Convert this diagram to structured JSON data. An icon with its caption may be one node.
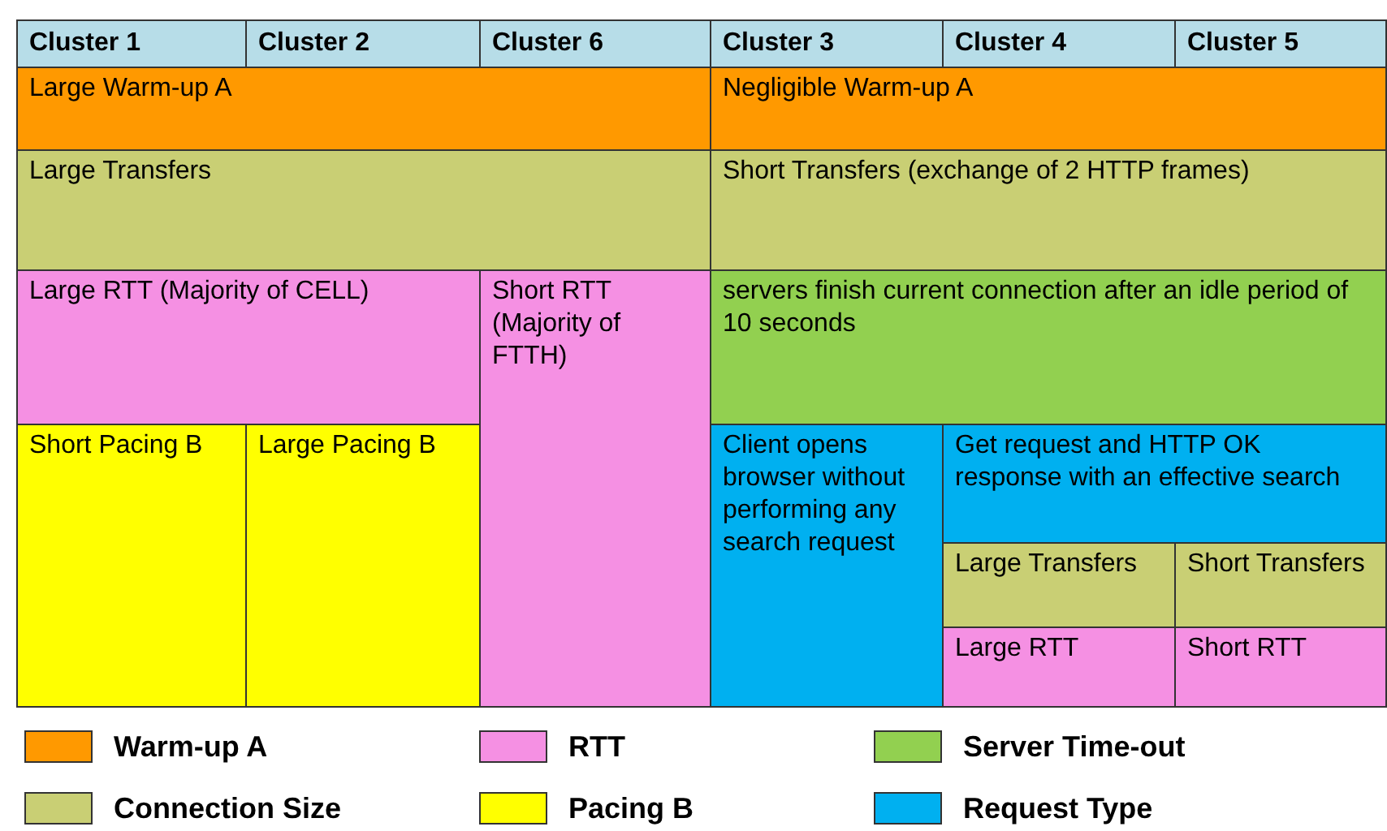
{
  "diagram": {
    "nodes": [
      {
        "text": [
          "Cluster 1"
        ]
      },
      {
        "text": [
          "Cluster 2"
        ]
      },
      {
        "text": [
          "Cluster 6"
        ]
      },
      {
        "text": [
          "Cluster 3"
        ]
      },
      {
        "text": [
          "Cluster 4"
        ]
      },
      {
        "text": [
          "Cluster 5"
        ]
      },
      {
        "text": [
          "Large Warm-up A"
        ]
      },
      {
        "text": [
          "Negligible Warm-up A"
        ]
      },
      {
        "text": [
          "Large Transfers"
        ]
      },
      {
        "text": [
          "Short Transfers (exchange of 2 HTTP frames)"
        ]
      },
      {
        "text": [
          "Large RTT (Majority of CELL)"
        ]
      },
      {
        "text": [
          "Short RTT (Majority of FTTH)"
        ]
      },
      {
        "text": [
          "servers finish current connection after an idle period of 10 seconds"
        ]
      },
      {
        "text": [
          "Short Pacing B"
        ]
      },
      {
        "text": [
          "Large Pacing B"
        ]
      },
      {
        "text": [
          "Client opens browser without performing any search request"
        ]
      },
      {
        "text": [
          "Get request and HTTP OK response with an effective search"
        ]
      },
      {
        "text": [
          "Large Transfers"
        ]
      },
      {
        "text": [
          "Short Transfers"
        ]
      },
      {
        "text": [
          "Large RTT"
        ]
      },
      {
        "text": [
          "Short RTT"
        ]
      }
    ],
    "edges": [],
    "legend": [
      {
        "text": "Warm-up A",
        "color": "#ff9900"
      },
      {
        "text": "RTT",
        "color": "#f590e3"
      },
      {
        "text": "Server Time-out",
        "color": "#92d050"
      },
      {
        "text": "Connection Size",
        "color": "#c9cf74"
      },
      {
        "text": "Pacing B",
        "color": "#ffff00"
      },
      {
        "text": "Request Type",
        "color": "#00b0f0"
      }
    ]
  }
}
